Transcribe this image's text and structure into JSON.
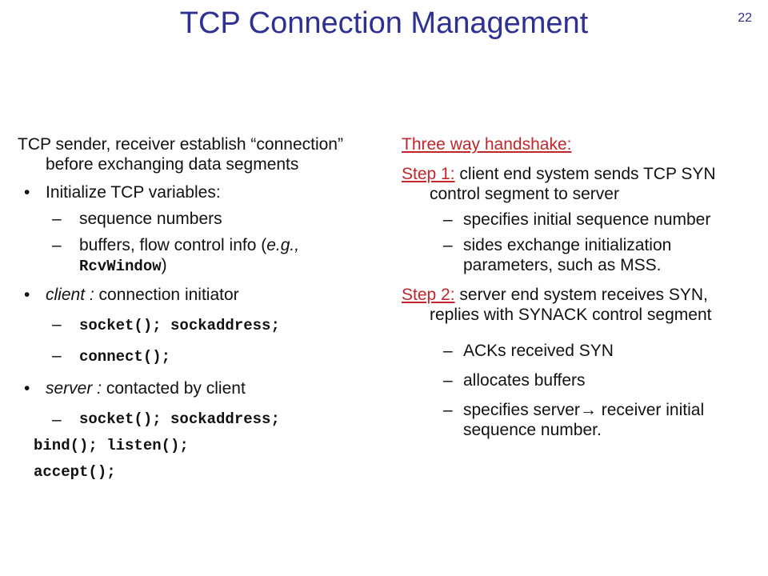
{
  "slide": {
    "title": "TCP Connection Management",
    "page_number": "22"
  },
  "left": {
    "intro": "TCP sender, receiver establish “connection” before exchanging data segments",
    "bullet1": "Initialize TCP variables:",
    "b1_sub1": "sequence numbers",
    "b1_sub2_pre": "buffers, flow control info (",
    "b1_sub2_eg": "e.g.,",
    "b1_sub2_code": "RcvWindow",
    "b1_sub2_post": ")",
    "bullet2_italic": "client :",
    "bullet2_rest": " connection initiator",
    "b2_code1": "socket(); sockaddress;",
    "b2_code2": "connect();",
    "bullet3_italic": "server :",
    "bullet3_rest": " contacted by client",
    "b3_code_l1": "socket(); sockaddress;",
    "b3_code_l2": "bind(); listen();",
    "b3_code_l3": "accept();"
  },
  "right": {
    "heading": "Three way handshake:",
    "step1_label": "Step 1:",
    "step1_text": " client end system sends TCP SYN control segment to server",
    "s1_sub1": "specifies initial sequence number",
    "s1_sub2": "sides exchange initialization parameters, such as MSS.",
    "step2_label": "Step 2:",
    "step2_text": " server end system receives SYN, replies with SYNACK control segment",
    "s2_sub1": "ACKs received SYN",
    "s2_sub2": "allocates buffers",
    "s2_sub3_pre": "specifies server",
    "s2_sub3_arrow": "→",
    "s2_sub3_post": " receiver initial sequence number."
  },
  "markers": {
    "bullet": "•",
    "dash": "–"
  }
}
